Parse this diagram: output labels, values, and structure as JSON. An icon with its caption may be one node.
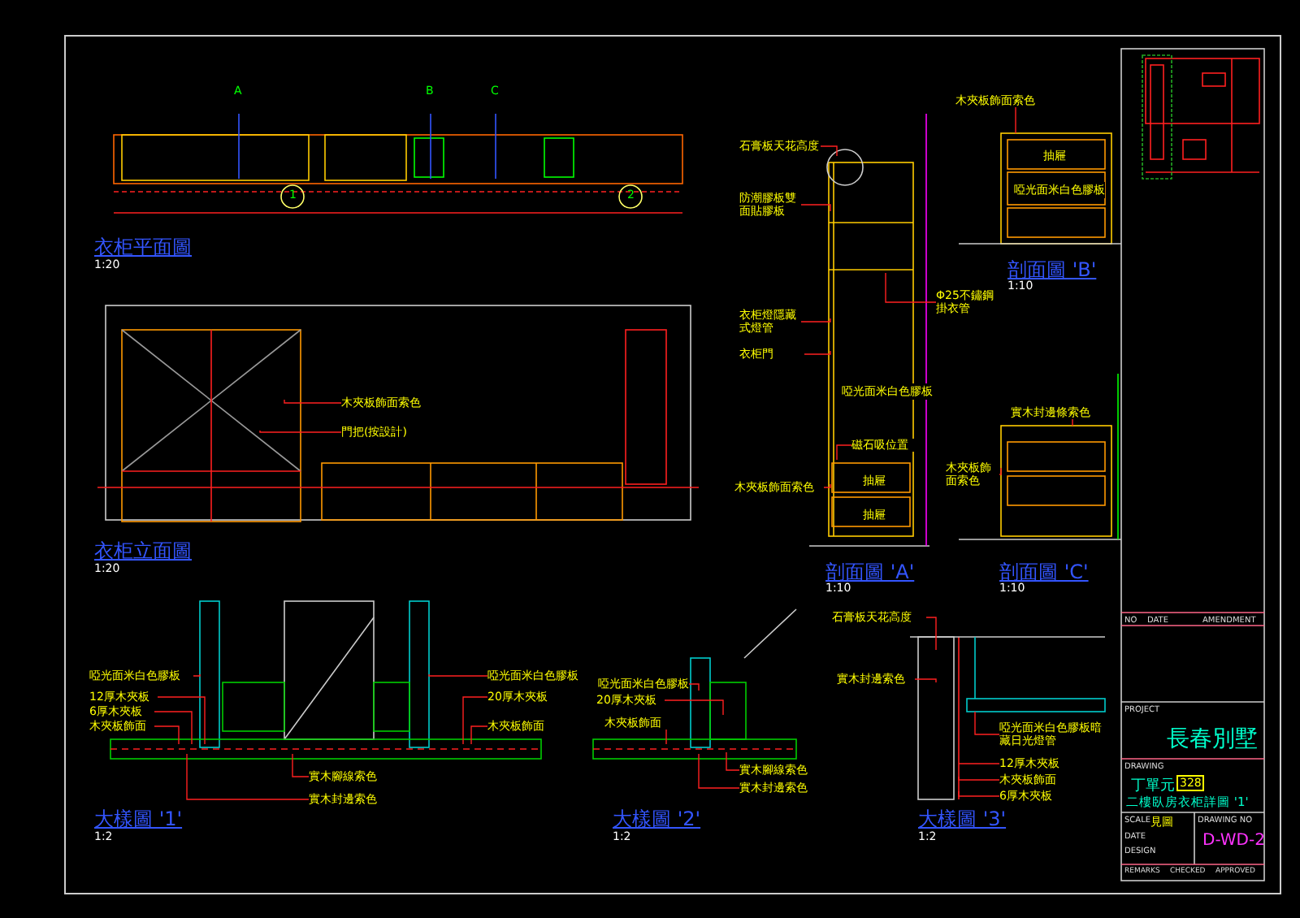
{
  "diagram": {
    "nodes": [
      {
        "text": [
          "木夾板飾面索色"
        ]
      },
      {
        "text": [
          "門把(按設計)"
        ]
      },
      {
        "text": [
          "石膏板天花高度"
        ]
      },
      {
        "text": [
          "防潮膠板雙面貼膠板"
        ]
      },
      {
        "text": [
          "Φ25不鏽鋼掛衣管"
        ]
      },
      {
        "text": [
          "衣柜燈隱藏式燈管"
        ]
      },
      {
        "text": [
          "衣柜門"
        ]
      },
      {
        "text": [
          "磁石吸位置"
        ]
      },
      {
        "text": [
          "木夾板飾面索色"
        ]
      },
      {
        "text": [
          "木夾板飾面索色"
        ]
      },
      {
        "text": [
          "實木封邊條索色"
        ]
      },
      {
        "text": [
          "木夾板飾面索色"
        ]
      },
      {
        "text": [
          "啞光面米白色膠板"
        ]
      },
      {
        "text": [
          "12厚木夾板"
        ]
      },
      {
        "text": [
          "6厚木夾板"
        ]
      },
      {
        "text": [
          "木夾板飾面"
        ]
      },
      {
        "text": [
          "啞光面米白色膠板"
        ]
      },
      {
        "text": [
          "20厚木夾板"
        ]
      },
      {
        "text": [
          "木夾板飾面"
        ]
      },
      {
        "text": [
          "實木腳線索色"
        ]
      },
      {
        "text": [
          "實木封邊索色"
        ]
      },
      {
        "text": [
          "啞光面米白色膠板"
        ]
      },
      {
        "text": [
          "20厚木夾板"
        ]
      },
      {
        "text": [
          "木夾板飾面"
        ]
      },
      {
        "text": [
          "實木腳線索色"
        ]
      },
      {
        "text": [
          "實木封邊索色"
        ]
      },
      {
        "text": [
          "石膏板天花高度"
        ]
      },
      {
        "text": [
          "實木封邊索色"
        ]
      },
      {
        "text": [
          "啞光面米白色膠板暗藏日光燈管"
        ]
      },
      {
        "text": [
          "12厚木夾板"
        ]
      },
      {
        "text": [
          "木夾板飾面"
        ]
      },
      {
        "text": [
          "6厚木夾板"
        ]
      }
    ],
    "edges": [
      {
        "from": 0,
        "to": null,
        "arrow": "none"
      },
      {
        "from": 1,
        "to": null,
        "arrow": "none"
      },
      {
        "from": 2,
        "to": null,
        "arrow": "none"
      },
      {
        "from": 3,
        "to": null,
        "arrow": "none"
      },
      {
        "from": 4,
        "to": null,
        "arrow": "none"
      },
      {
        "from": 5,
        "to": null,
        "arrow": "none"
      },
      {
        "from": 6,
        "to": null,
        "arrow": "none"
      },
      {
        "from": 7,
        "to": null,
        "arrow": "none"
      },
      {
        "from": 8,
        "to": null,
        "arrow": "none"
      },
      {
        "from": 9,
        "to": null,
        "arrow": "none"
      },
      {
        "from": 10,
        "to": null,
        "arrow": "none"
      },
      {
        "from": 11,
        "to": null,
        "arrow": "none"
      },
      {
        "from": 12,
        "to": null,
        "arrow": "none"
      },
      {
        "from": 13,
        "to": null,
        "arrow": "none"
      },
      {
        "from": 14,
        "to": null,
        "arrow": "none"
      },
      {
        "from": 15,
        "to": null,
        "arrow": "none"
      },
      {
        "from": 16,
        "to": null,
        "arrow": "none"
      },
      {
        "from": 17,
        "to": null,
        "arrow": "none"
      },
      {
        "from": 18,
        "to": null,
        "arrow": "none"
      },
      {
        "from": 19,
        "to": null,
        "arrow": "none"
      },
      {
        "from": 20,
        "to": null,
        "arrow": "none"
      },
      {
        "from": 21,
        "to": null,
        "arrow": "none"
      },
      {
        "from": 22,
        "to": null,
        "arrow": "none"
      },
      {
        "from": 23,
        "to": null,
        "arrow": "none"
      },
      {
        "from": 24,
        "to": null,
        "arrow": "none"
      },
      {
        "from": 25,
        "to": null,
        "arrow": "none"
      },
      {
        "from": 26,
        "to": null,
        "arrow": "none"
      },
      {
        "from": 27,
        "to": null,
        "arrow": "none"
      },
      {
        "from": 28,
        "to": null,
        "arrow": "none"
      },
      {
        "from": 29,
        "to": null,
        "arrow": "none"
      },
      {
        "from": 30,
        "to": null,
        "arrow": "none"
      },
      {
        "from": 31,
        "to": null,
        "arrow": "none"
      }
    ],
    "labels": [
      "衣柜平面圖",
      "1:20",
      "衣柜立面圖",
      "1:20",
      "剖面圖 'A'",
      "1:10",
      "剖面圖 'B'",
      "1:10",
      "剖面圖 'C'",
      "1:10",
      "大樣圖 '1'",
      "1:2",
      "大樣圖 '2'",
      "1:2",
      "大樣圖 '3'",
      "1:2",
      "A",
      "B",
      "C",
      "1",
      "2",
      "啞光面米白色膠板",
      "抽屜",
      "抽屜",
      "抽屜",
      "啞光面米白色膠板",
      "NO",
      "DATE",
      "AMENDMENT",
      "PROJECT",
      "長春別墅",
      "DRAWING",
      "丁單元",
      "328",
      "二樓臥房衣柜詳圖 '1'",
      "SCALE",
      "見圖",
      "DATE",
      "DESIGN",
      "DRAWING NO",
      "D-WD-2",
      "REMARKS",
      "CHECKED",
      "APPROVED"
    ]
  }
}
